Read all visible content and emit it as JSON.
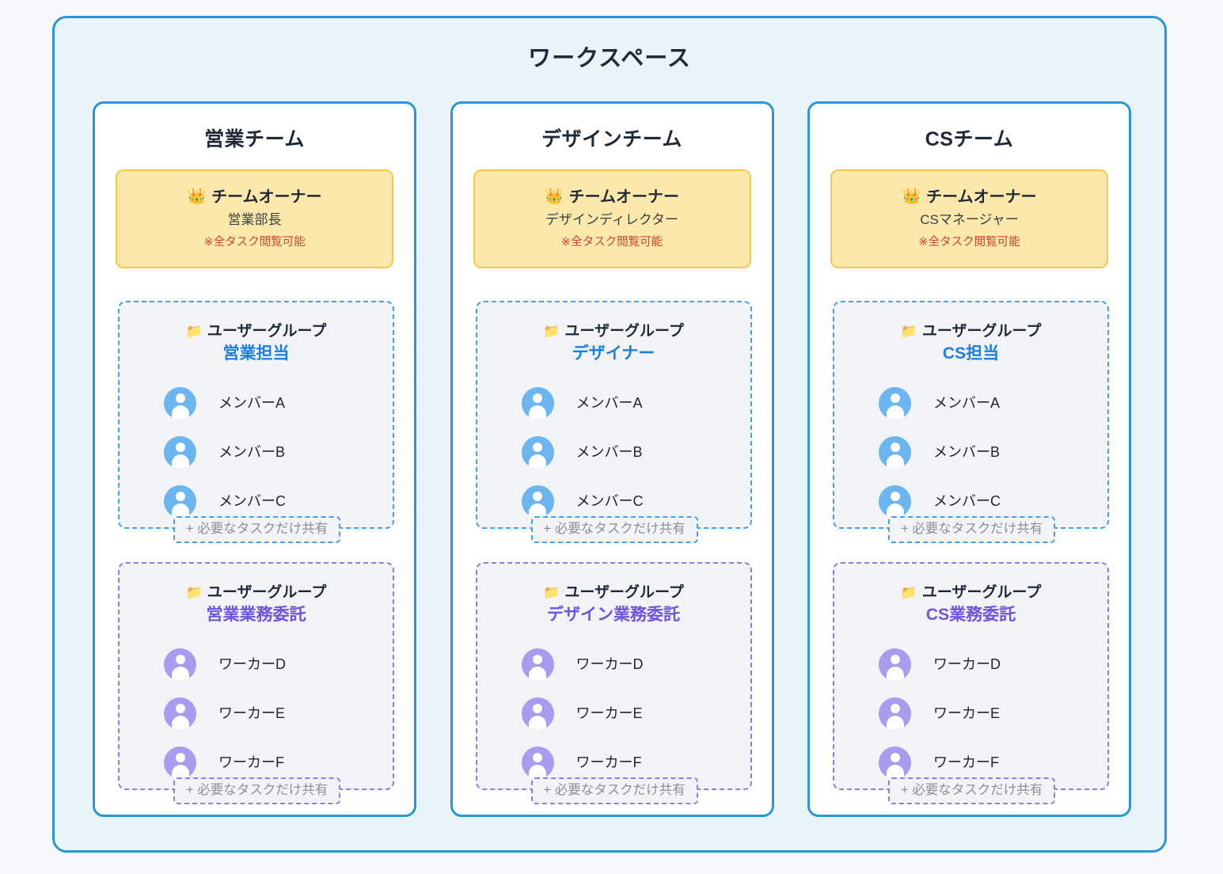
{
  "workspace": {
    "title": "ワークスペース",
    "colors": {
      "outer_border": "#2a96d8",
      "outer_bg": "#e9f4f8",
      "page_bg": "#f7f8fa",
      "card_border": "#2a96d8",
      "owner_bg": "#fde8ab",
      "owner_border": "#f2c94c",
      "owner_note": "#d2452c",
      "group_blue": "#1b7fe0",
      "group_purple": "#6d55e0",
      "dashed_blue": "#4a9eea",
      "dashed_purple": "#8b7ee8",
      "avatar_blue": "#6bb5f0",
      "avatar_purple": "#a99bef",
      "group_bg": "#f2f3f5",
      "share_text": "#8a9099"
    }
  },
  "labels": {
    "owner_role": "チームオーナー",
    "owner_note": "※全タスク閲覧可能",
    "group_kind": "ユーザーグループ",
    "share_note": "+ 必要なタスクだけ共有",
    "crown_icon": "👑",
    "folder_icon": "📁"
  },
  "teams": [
    {
      "name": "営業チーム",
      "owner": {
        "role": "チームオーナー",
        "title": "営業部長",
        "note": "※全タスク閲覧可能"
      },
      "groups": [
        {
          "kind": "ユーザーグループ",
          "name": "営業担当",
          "variant": "blue",
          "members": [
            "メンバーA",
            "メンバーB",
            "メンバーC"
          ],
          "share_note": "+ 必要なタスクだけ共有"
        },
        {
          "kind": "ユーザーグループ",
          "name": "営業業務委託",
          "variant": "purple",
          "members": [
            "ワーカーD",
            "ワーカーE",
            "ワーカーF"
          ],
          "share_note": "+ 必要なタスクだけ共有"
        }
      ]
    },
    {
      "name": "デザインチーム",
      "owner": {
        "role": "チームオーナー",
        "title": "デザインディレクター",
        "note": "※全タスク閲覧可能"
      },
      "groups": [
        {
          "kind": "ユーザーグループ",
          "name": "デザイナー",
          "variant": "blue",
          "members": [
            "メンバーA",
            "メンバーB",
            "メンバーC"
          ],
          "share_note": "+ 必要なタスクだけ共有"
        },
        {
          "kind": "ユーザーグループ",
          "name": "デザイン業務委託",
          "variant": "purple",
          "members": [
            "ワーカーD",
            "ワーカーE",
            "ワーカーF"
          ],
          "share_note": "+ 必要なタスクだけ共有"
        }
      ]
    },
    {
      "name": "CSチーム",
      "owner": {
        "role": "チームオーナー",
        "title": "CSマネージャー",
        "note": "※全タスク閲覧可能"
      },
      "groups": [
        {
          "kind": "ユーザーグループ",
          "name": "CS担当",
          "variant": "blue",
          "members": [
            "メンバーA",
            "メンバーB",
            "メンバーC"
          ],
          "share_note": "+ 必要なタスクだけ共有"
        },
        {
          "kind": "ユーザーグループ",
          "name": "CS業務委託",
          "variant": "purple",
          "members": [
            "ワーカーD",
            "ワーカーE",
            "ワーカーF"
          ],
          "share_note": "+ 必要なタスクだけ共有"
        }
      ]
    }
  ]
}
